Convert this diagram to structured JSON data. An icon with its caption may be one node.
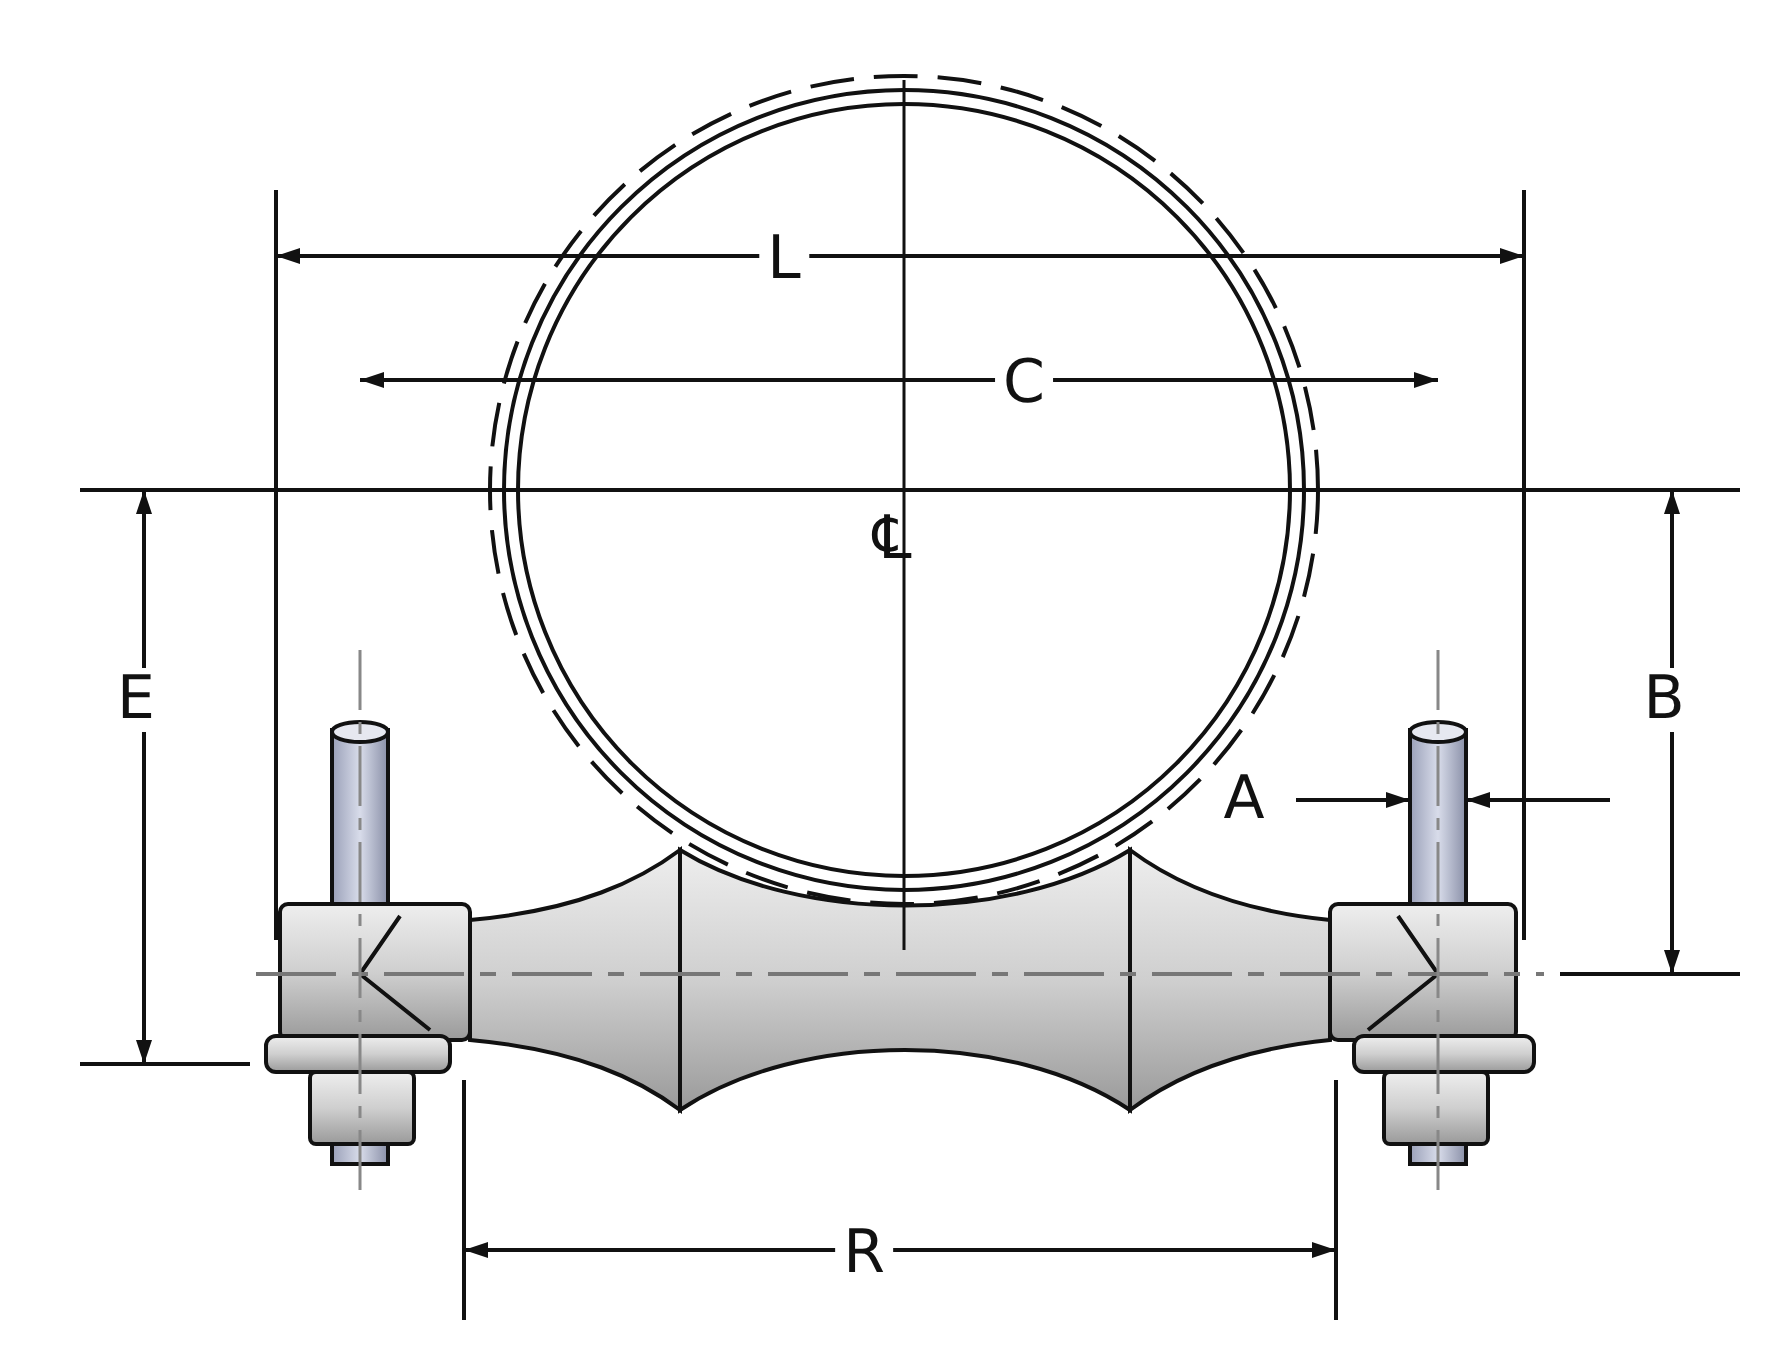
{
  "diagram": {
    "labels": [
      "L",
      "C",
      "℄",
      "E",
      "B",
      "A",
      "R"
    ]
  }
}
